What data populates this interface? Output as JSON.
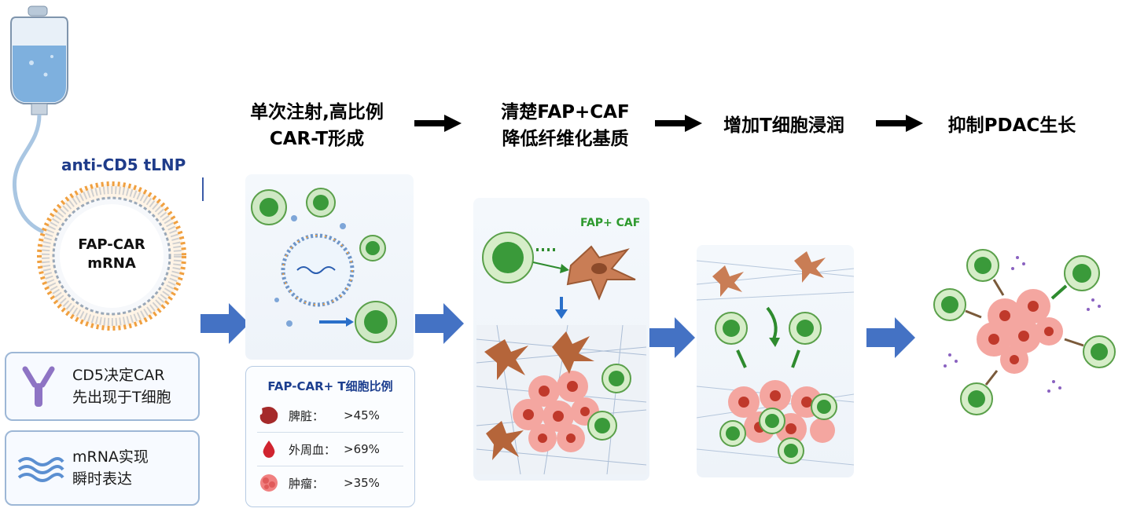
{
  "lnp_label": "anti-CD5 tLNP",
  "lnp_core_text": [
    "FAP-CAR",
    "mRNA"
  ],
  "steps": [
    {
      "title": [
        "单次注射,高比例",
        "CAR-T形成"
      ]
    },
    {
      "title": [
        "清楚FAP+CAF",
        "降低纤维化基质"
      ]
    },
    {
      "title": [
        "增加T细胞浸润"
      ]
    },
    {
      "title": [
        "抑制PDAC生长"
      ]
    }
  ],
  "legend": [
    {
      "icon": "antibody-icon",
      "lines": [
        "CD5决定CAR",
        "先出现于T细胞"
      ]
    },
    {
      "icon": "mrna-wave-icon",
      "lines": [
        "mRNA实现",
        "瞬时表达"
      ]
    }
  ],
  "ratio_box": {
    "title": "FAP-CAR+ T细胞比例",
    "rows": [
      {
        "icon": "spleen-icon",
        "label": "脾脏：",
        "value": ">45%"
      },
      {
        "icon": "blood-drop-icon",
        "label": "外周血：",
        "value": ">69%"
      },
      {
        "icon": "tumor-icon",
        "label": "肿瘤：",
        "value": ">35%"
      }
    ]
  },
  "caf_label": "FAP+ CAF",
  "colors": {
    "blue_arrow": "#4472c4",
    "t_cell": "#3a9a3a",
    "caf": "#b5653a",
    "tumor": "#e07070",
    "lnp_label": "#1f3c8a"
  }
}
